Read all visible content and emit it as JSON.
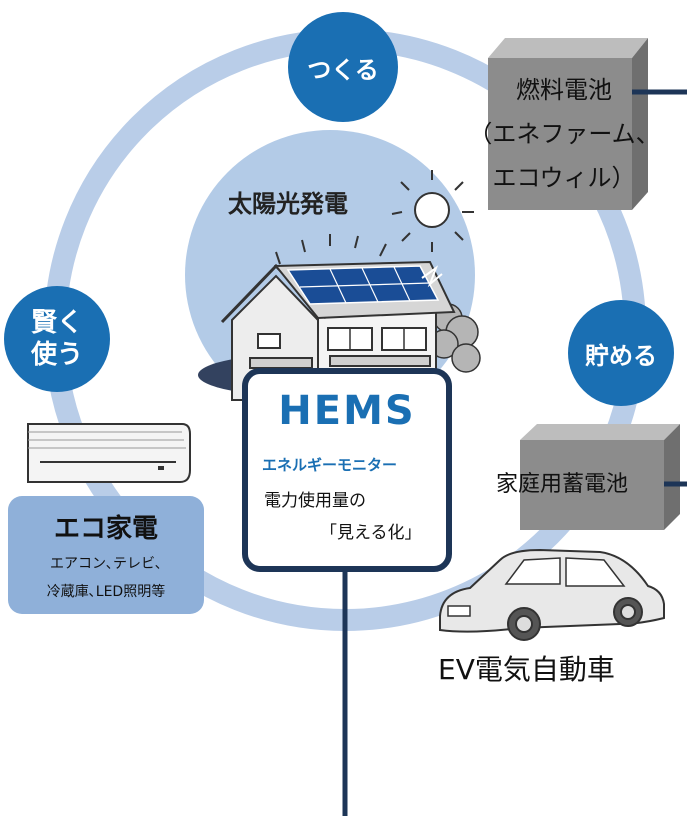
{
  "cycle_labels": {
    "create": "つくる",
    "store": "貯める",
    "use_line1": "賢く",
    "use_line2": "使う"
  },
  "solar": {
    "label": "太陽光発電"
  },
  "fuel_cell": {
    "line1": "燃料電池",
    "line2": "（エネファーム、",
    "line3": "エコウィル）"
  },
  "battery": {
    "label": "家庭用蓄電池"
  },
  "ev": {
    "label": "EV電気自動車"
  },
  "eco_appliances": {
    "title": "エコ家電",
    "line1": "エアコン､テレビ､",
    "line2": "冷蔵庫､LED照明等"
  },
  "hems": {
    "title": "HEMS",
    "subtitle": "エネルギーモニター",
    "line1": "電力使用量の",
    "line2": "「見える化」"
  },
  "colors": {
    "ring": "#b9cde8",
    "sun_disc": "#b3cbe7",
    "bubble_blue": "#1a6fb3",
    "hems_navy": "#1d3557",
    "eco_box": "#8fb0d9",
    "gray_box": "#8c8c8c"
  }
}
